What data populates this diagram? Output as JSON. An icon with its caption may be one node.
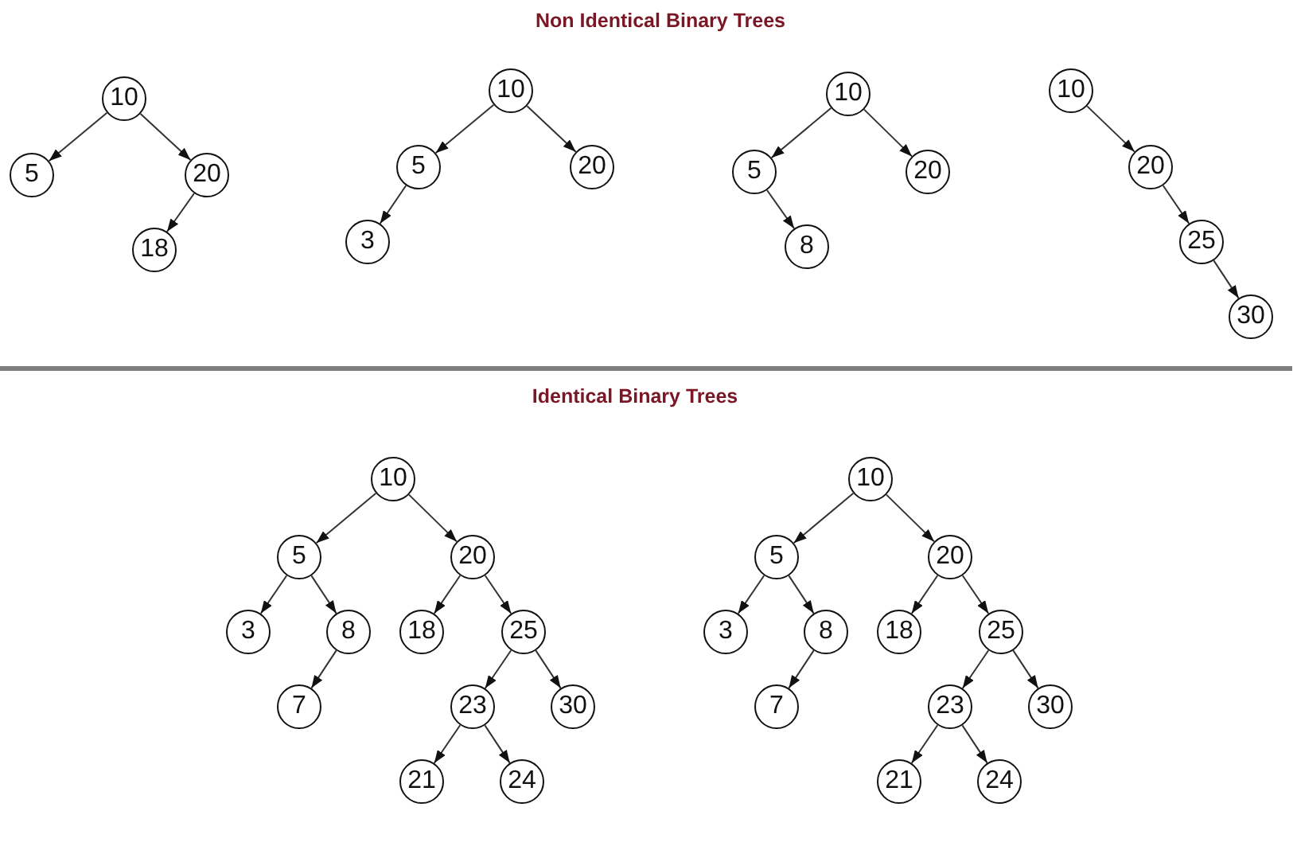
{
  "diagram": {
    "nodes": [
      {
        "text": [
          "10"
        ]
      },
      {
        "text": [
          "5"
        ]
      },
      {
        "text": [
          "20"
        ]
      },
      {
        "text": [
          "18"
        ]
      },
      {
        "text": [
          "10"
        ]
      },
      {
        "text": [
          "5"
        ]
      },
      {
        "text": [
          "20"
        ]
      },
      {
        "text": [
          "3"
        ]
      },
      {
        "text": [
          "10"
        ]
      },
      {
        "text": [
          "5"
        ]
      },
      {
        "text": [
          "20"
        ]
      },
      {
        "text": [
          "8"
        ]
      },
      {
        "text": [
          "10"
        ]
      },
      {
        "text": [
          "20"
        ]
      },
      {
        "text": [
          "25"
        ]
      },
      {
        "text": [
          "30"
        ]
      },
      {
        "text": [
          "10"
        ]
      },
      {
        "text": [
          "5"
        ]
      },
      {
        "text": [
          "20"
        ]
      },
      {
        "text": [
          "3"
        ]
      },
      {
        "text": [
          "8"
        ]
      },
      {
        "text": [
          "18"
        ]
      },
      {
        "text": [
          "25"
        ]
      },
      {
        "text": [
          "7"
        ]
      },
      {
        "text": [
          "23"
        ]
      },
      {
        "text": [
          "30"
        ]
      },
      {
        "text": [
          "21"
        ]
      },
      {
        "text": [
          "24"
        ]
      },
      {
        "text": [
          "10"
        ]
      },
      {
        "text": [
          "5"
        ]
      },
      {
        "text": [
          "20"
        ]
      },
      {
        "text": [
          "3"
        ]
      },
      {
        "text": [
          "8"
        ]
      },
      {
        "text": [
          "18"
        ]
      },
      {
        "text": [
          "25"
        ]
      },
      {
        "text": [
          "7"
        ]
      },
      {
        "text": [
          "23"
        ]
      },
      {
        "text": [
          "30"
        ]
      },
      {
        "text": [
          "21"
        ]
      },
      {
        "text": [
          "24"
        ]
      }
    ],
    "edges": [
      {
        "from": 0,
        "to": 1,
        "arrow": "to"
      },
      {
        "from": 0,
        "to": 2,
        "arrow": "to"
      },
      {
        "from": 2,
        "to": 3,
        "arrow": "to"
      },
      {
        "from": 4,
        "to": 5,
        "arrow": "to"
      },
      {
        "from": 4,
        "to": 6,
        "arrow": "to"
      },
      {
        "from": 5,
        "to": 7,
        "arrow": "to"
      },
      {
        "from": 8,
        "to": 9,
        "arrow": "to"
      },
      {
        "from": 8,
        "to": 10,
        "arrow": "to"
      },
      {
        "from": 9,
        "to": 11,
        "arrow": "to"
      },
      {
        "from": 12,
        "to": 13,
        "arrow": "to"
      },
      {
        "from": 13,
        "to": 14,
        "arrow": "to"
      },
      {
        "from": 14,
        "to": 15,
        "arrow": "to"
      },
      {
        "from": 16,
        "to": 17,
        "arrow": "to"
      },
      {
        "from": 16,
        "to": 18,
        "arrow": "to"
      },
      {
        "from": 17,
        "to": 19,
        "arrow": "to"
      },
      {
        "from": 17,
        "to": 20,
        "arrow": "to"
      },
      {
        "from": 18,
        "to": 21,
        "arrow": "to"
      },
      {
        "from": 18,
        "to": 22,
        "arrow": "to"
      },
      {
        "from": 20,
        "to": 23,
        "arrow": "to"
      },
      {
        "from": 22,
        "to": 24,
        "arrow": "to"
      },
      {
        "from": 22,
        "to": 25,
        "arrow": "to"
      },
      {
        "from": 24,
        "to": 26,
        "arrow": "to"
      },
      {
        "from": 24,
        "to": 27,
        "arrow": "to"
      },
      {
        "from": 28,
        "to": 29,
        "arrow": "to"
      },
      {
        "from": 28,
        "to": 30,
        "arrow": "to"
      },
      {
        "from": 29,
        "to": 31,
        "arrow": "to"
      },
      {
        "from": 29,
        "to": 32,
        "arrow": "to"
      },
      {
        "from": 30,
        "to": 33,
        "arrow": "to"
      },
      {
        "from": 30,
        "to": 34,
        "arrow": "to"
      },
      {
        "from": 32,
        "to": 35,
        "arrow": "to"
      },
      {
        "from": 34,
        "to": 36,
        "arrow": "to"
      },
      {
        "from": 34,
        "to": 37,
        "arrow": "to"
      },
      {
        "from": 36,
        "to": 38,
        "arrow": "to"
      },
      {
        "from": 36,
        "to": 39,
        "arrow": "to"
      }
    ],
    "labels": [
      "Non Identical Binary Trees",
      "Identical Binary Trees"
    ]
  }
}
